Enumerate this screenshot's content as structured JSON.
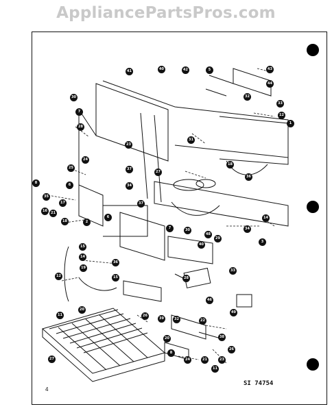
{
  "watermark": {
    "text": "AppliancePartsPros.com"
  },
  "diagram": {
    "drawing_id": "SI 74754",
    "page_number": "4"
  },
  "icons": {
    "binder_hole": "filled-circle",
    "callout": "numbered-bubble"
  }
}
